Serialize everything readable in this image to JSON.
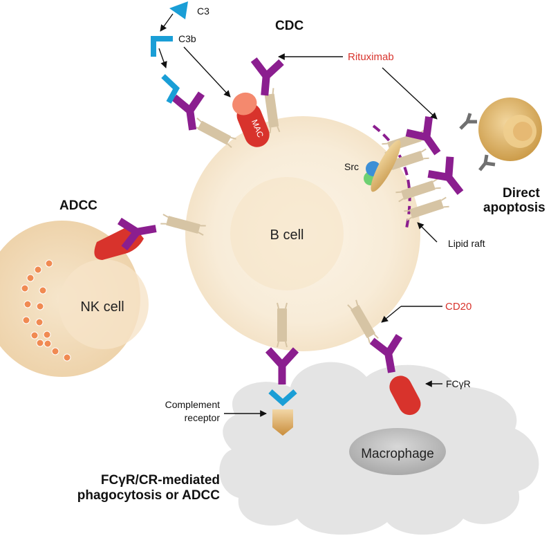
{
  "labels": {
    "cdc": "CDC",
    "adcc": "ADCC",
    "direct_line1": "Direct",
    "direct_line2": "apoptosis",
    "bottom_line1": "FCγR/CR-mediated",
    "bottom_line2": "phagocytosis or ADCC",
    "c3": "C3",
    "c3b": "C3b",
    "rituximab": "Rituximab",
    "src": "Src",
    "lipid_raft": "Lipid raft",
    "cd20": "CD20",
    "fcgr": "FCγR",
    "complement_line1": "Complement",
    "complement_line2": "receptor",
    "mac": "MAC",
    "b_cell": "B cell",
    "nk_cell": "NK cell",
    "macrophage": "Macrophage"
  },
  "colors": {
    "antibody": "#8b1e8f",
    "cd20": "#d6c4a4",
    "accent_red": "#d8332c",
    "complement_blue": "#1a9ed6",
    "b_cell_fill": "#f8ecd8",
    "nk_fill": "#f1d9b5",
    "apoptotic_cell": "#d9ad62",
    "macrophage_cloud": "#e4e4e4",
    "label_red": "#d8332c"
  }
}
